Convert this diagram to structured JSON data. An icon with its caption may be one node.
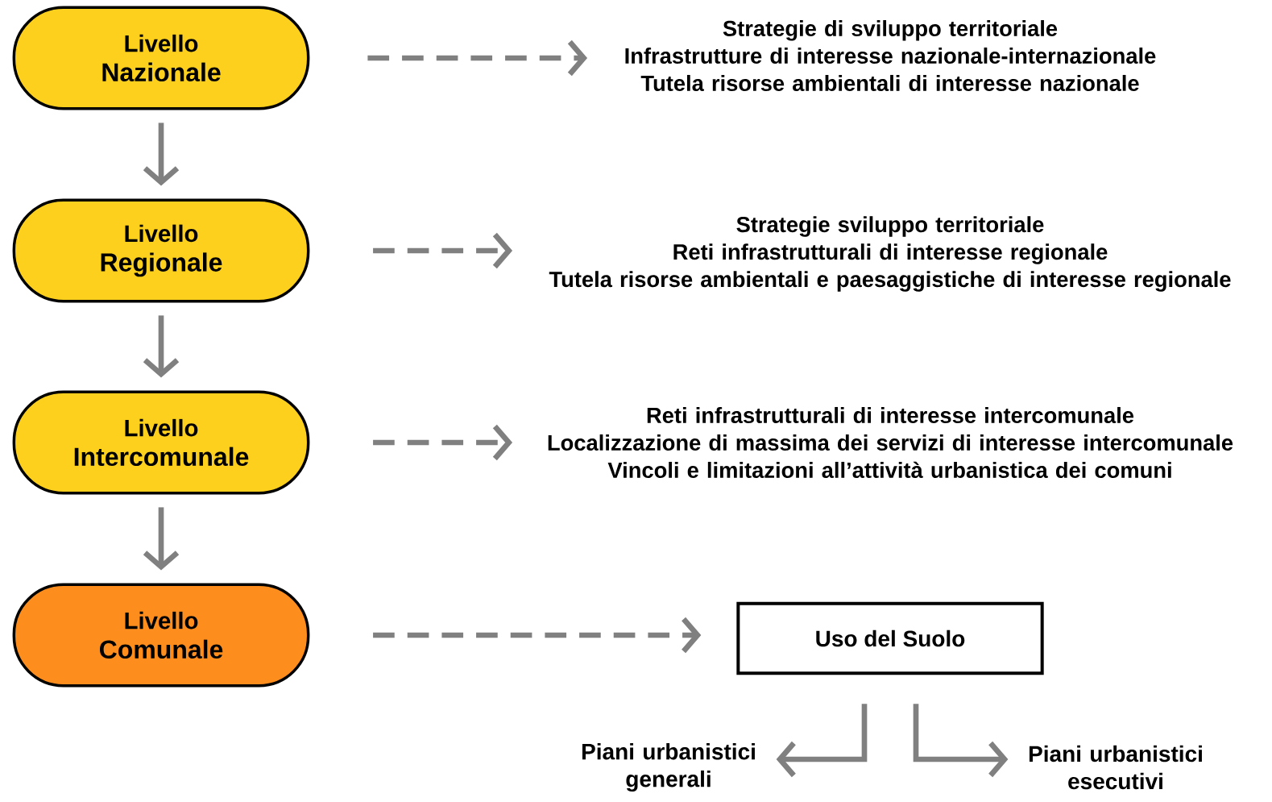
{
  "diagram": {
    "nodes": [
      {
        "text": [
          "Livello",
          "Nazionale"
        ]
      },
      {
        "text": [
          "Strategie di sviluppo territoriale",
          "Infrastrutture di interesse nazionale-internazionale",
          "Tutela risorse ambientali di interesse nazionale"
        ]
      },
      {
        "text": [
          "Livello",
          "Regionale"
        ]
      },
      {
        "text": [
          "Strategie sviluppo territoriale",
          "Reti infrastrutturali di interesse regionale",
          "Tutela risorse ambientali e paesaggistiche di interesse regionale"
        ]
      },
      {
        "text": [
          "Livello",
          "Intercomunale"
        ]
      },
      {
        "text": [
          "Reti infrastrutturali di interesse intercomunale",
          "Localizzazione di massima dei servizi di interesse intercomunale",
          "Vincoli e limitazioni all’attività urbanistica dei comuni"
        ]
      },
      {
        "text": [
          "Livello",
          "Comunale"
        ]
      },
      {
        "text": [
          "Uso del Suolo"
        ]
      },
      {
        "text": [
          "Piani urbanistici generali"
        ]
      },
      {
        "text": [
          "Piani urbanistici esecutivi"
        ]
      }
    ],
    "edges": [
      {
        "from": 0,
        "to": 1,
        "arrow": "to",
        "style": "dashed"
      },
      {
        "from": 0,
        "to": 2,
        "arrow": "to"
      },
      {
        "from": 2,
        "to": 3,
        "arrow": "to",
        "style": "dashed"
      },
      {
        "from": 2,
        "to": 4,
        "arrow": "to"
      },
      {
        "from": 4,
        "to": 5,
        "arrow": "to",
        "style": "dashed"
      },
      {
        "from": 4,
        "to": 6,
        "arrow": "to"
      },
      {
        "from": 6,
        "to": 7,
        "arrow": "to",
        "style": "dashed"
      },
      {
        "from": 7,
        "to": 8,
        "arrow": "to"
      },
      {
        "from": 7,
        "to": 9,
        "arrow": "to"
      }
    ]
  }
}
